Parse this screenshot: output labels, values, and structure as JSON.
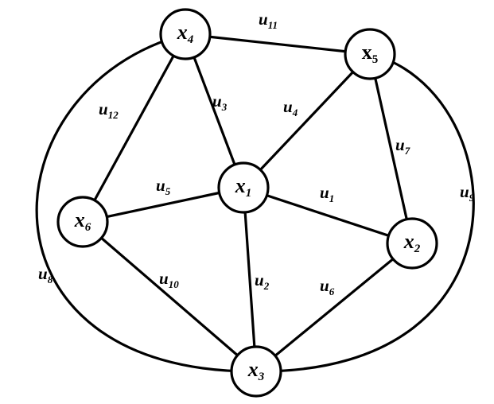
{
  "graph": {
    "nodes": [
      {
        "id": "x1",
        "name": "x",
        "index": "1"
      },
      {
        "id": "x2",
        "name": "x",
        "index": "2"
      },
      {
        "id": "x3",
        "name": "x",
        "index": "3"
      },
      {
        "id": "x4",
        "name": "x",
        "index": "4"
      },
      {
        "id": "x5",
        "name": "x",
        "index": "5"
      },
      {
        "id": "x6",
        "name": "x",
        "index": "6"
      }
    ],
    "edges": [
      {
        "id": "u1",
        "name": "u",
        "index": "1",
        "from": "x1",
        "to": "x2"
      },
      {
        "id": "u2",
        "name": "u",
        "index": "2",
        "from": "x1",
        "to": "x3"
      },
      {
        "id": "u3",
        "name": "u",
        "index": "3",
        "from": "x1",
        "to": "x4"
      },
      {
        "id": "u4",
        "name": "u",
        "index": "4",
        "from": "x1",
        "to": "x5"
      },
      {
        "id": "u5",
        "name": "u",
        "index": "5",
        "from": "x1",
        "to": "x6"
      },
      {
        "id": "u6",
        "name": "u",
        "index": "6",
        "from": "x2",
        "to": "x3"
      },
      {
        "id": "u7",
        "name": "u",
        "index": "7",
        "from": "x2",
        "to": "x5"
      },
      {
        "id": "u8",
        "name": "u",
        "index": "8",
        "from": "x3",
        "to": "x4"
      },
      {
        "id": "u9",
        "name": "u",
        "index": "9",
        "from": "x3",
        "to": "x5"
      },
      {
        "id": "u10",
        "name": "u",
        "index": "10",
        "from": "x3",
        "to": "x6"
      },
      {
        "id": "u11",
        "name": "u",
        "index": "11",
        "from": "x4",
        "to": "x5"
      },
      {
        "id": "u12",
        "name": "u",
        "index": "12",
        "from": "x4",
        "to": "x6"
      }
    ]
  }
}
